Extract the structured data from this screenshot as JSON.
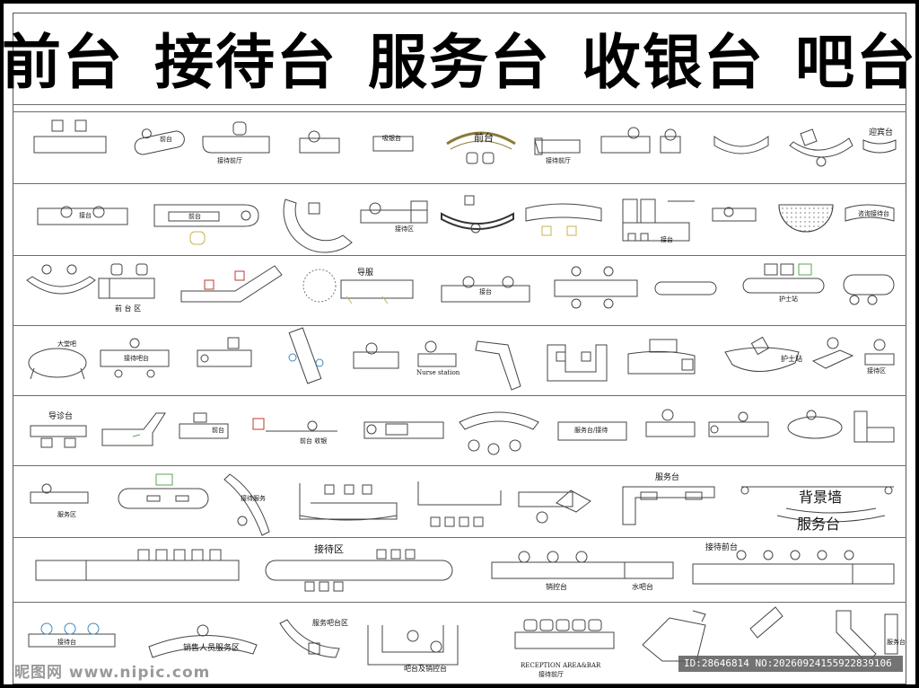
{
  "title": {
    "words": [
      "前台",
      "接待台",
      "服务台",
      "收银台",
      "吧台"
    ]
  },
  "labels": {
    "r1_a": "前台",
    "r1_b": "接待前厅",
    "r1_c": "前台",
    "r1_d": "吸银台",
    "r1_e": "接待前厅",
    "r1_f": "迎宾台",
    "r2_a": "接台",
    "r2_b": "前台",
    "r2_c": "接待区",
    "r2_d": "接台",
    "r2_e": "咨询接待台",
    "r3_a": "前 台 区",
    "r3_b": "导服",
    "r3_c": "接台",
    "r3_d": "护士站",
    "r4_a": "大堂吧",
    "r4_b": "接待吧台",
    "r4_c": "Nurse station",
    "r4_d": "接待区",
    "r4_e": "护士站",
    "r5_a": "导诊台",
    "r5_b": "前台",
    "r5_c": "前台 收银",
    "r5_d": "服务台/接待",
    "r6_a": "服务区",
    "r6_b": "接待服务",
    "r6_c": "服务台",
    "r6_d": "背景墙",
    "r6_e": "服务台",
    "r7_a": "接待区",
    "r7_b": "销控台",
    "r7_c": "水吧台",
    "r7_d": "接待前台",
    "r8_a": "接待台",
    "r8_b": "销售人员服务区",
    "r8_c": "服务吧台区",
    "r8_d": "吧台及销控台",
    "r8_e": "RECEPTION AREA&BAR",
    "r8_f": "接待前厅",
    "r8_g": "服务台"
  },
  "watermark": {
    "left": "昵图网 www.nipic.com",
    "right": "ID:28646814 NO:20260924155922839106"
  }
}
